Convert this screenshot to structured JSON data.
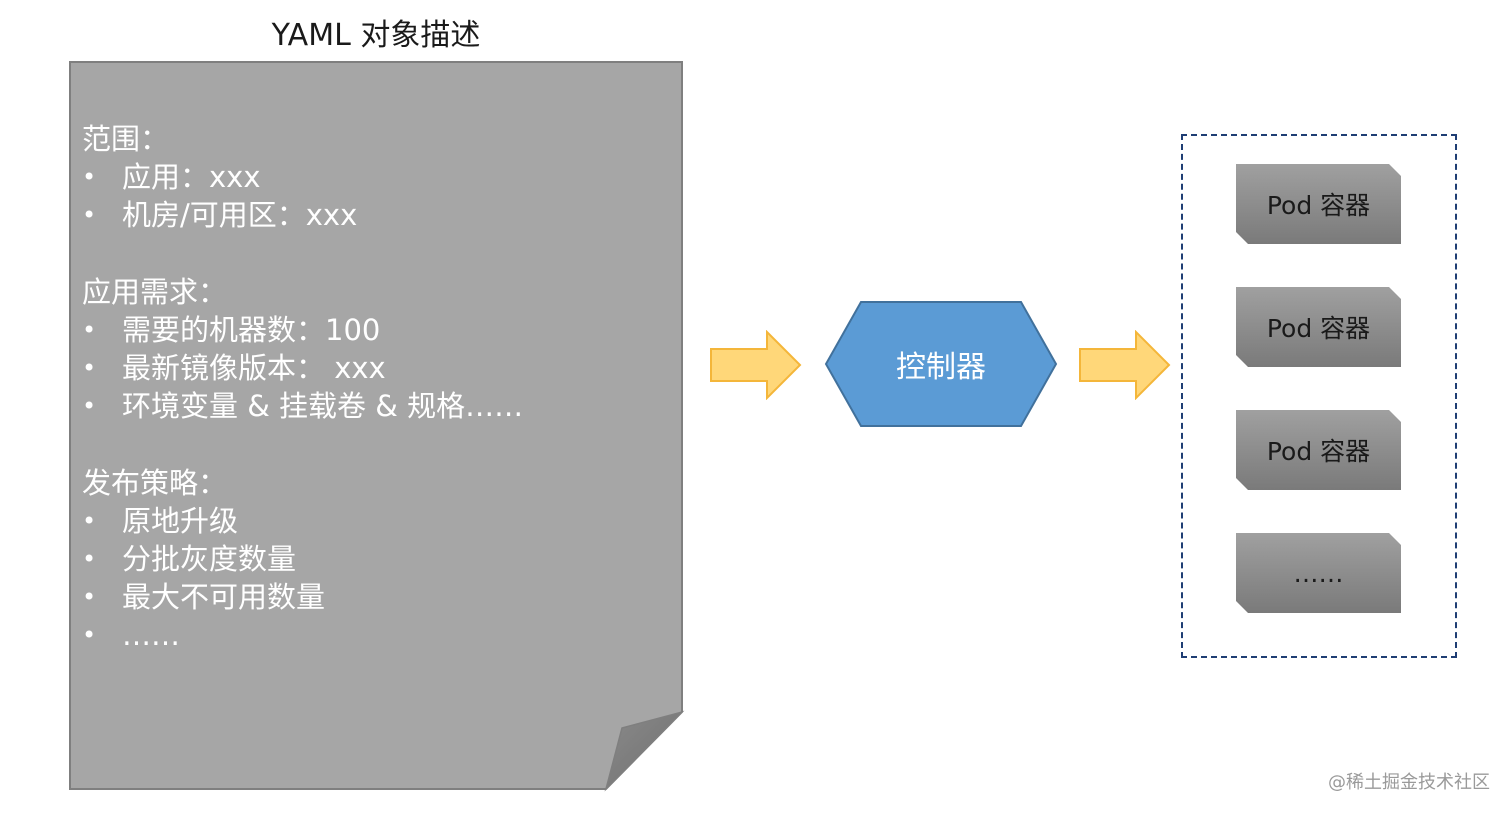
{
  "document": {
    "title": "YAML 对象描述",
    "sections": [
      {
        "title": "范围：",
        "items": [
          "应用：xxx",
          "机房/可用区：xxx"
        ]
      },
      {
        "title": "应用需求：",
        "items": [
          "需要的机器数：100",
          "最新镜像版本：  xxx",
          "环境变量 & 挂载卷 & 规格……"
        ]
      },
      {
        "title": "发布策略：",
        "items": [
          "原地升级",
          "分批灰度数量",
          "最大不可用数量",
          "……"
        ]
      }
    ]
  },
  "controller": {
    "label": "控制器"
  },
  "pods": [
    {
      "label": "Pod 容器"
    },
    {
      "label": "Pod 容器"
    },
    {
      "label": "Pod 容器"
    },
    {
      "label": "……"
    }
  ],
  "watermark": "@稀土掘金技术社区",
  "colors": {
    "document_fill": "#a6a6a6",
    "document_fold": "#7f7f7f",
    "controller_fill": "#5b9bd5",
    "controller_border": "#41719c",
    "arrow_fill": "#ffd779",
    "arrow_border": "#f4b63a",
    "pod_fill": "#8c8c8c",
    "group_border": "#1f3e74"
  }
}
